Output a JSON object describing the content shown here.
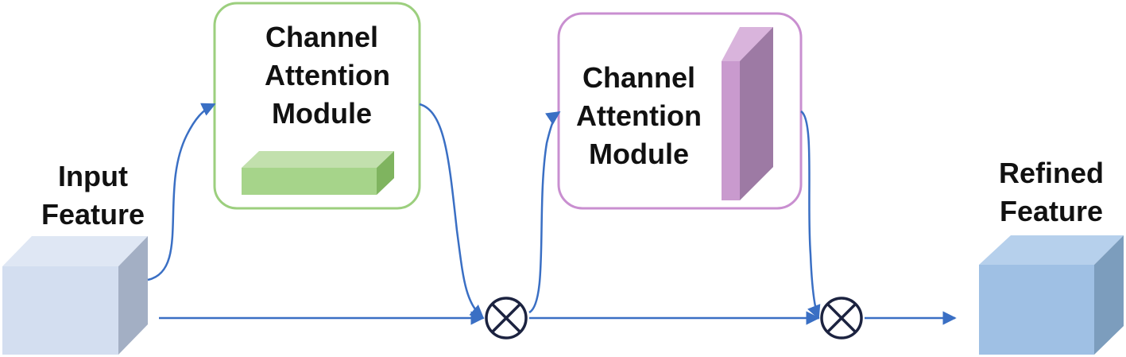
{
  "input_feature": {
    "line1": "Input",
    "line2": "Feature"
  },
  "refined_feature": {
    "line1": "Refined",
    "line2": "Feature"
  },
  "module_1": {
    "line1": "Channel",
    "line2": "Attention",
    "line3": "Module"
  },
  "module_2": {
    "line1": "Channel",
    "line2": "Attention",
    "line3": "Module"
  },
  "colors": {
    "arrow": "#3a6fc4",
    "module_1_border": "#9ccf7e",
    "module_2_border": "#c98fd0",
    "operator_stroke": "#1c2340"
  },
  "icons": {
    "multiply_1": "circled-times-icon",
    "multiply_2": "circled-times-icon"
  }
}
